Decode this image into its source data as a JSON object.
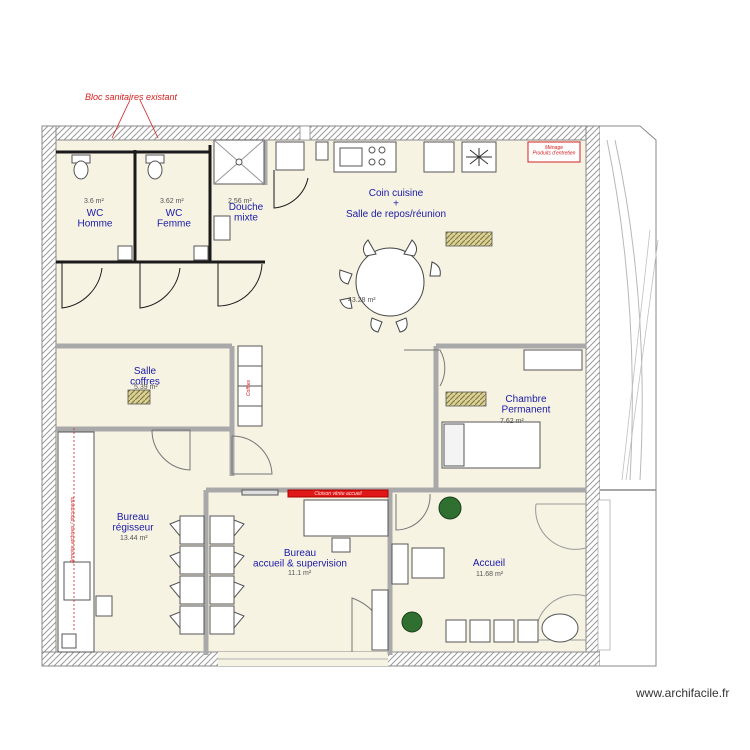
{
  "annotation": "Bloc sanitaires existant",
  "watermark": "www.archifacile.fr",
  "rooms": {
    "wc_homme": {
      "name": "WC\nHomme",
      "area": "3.6 m²"
    },
    "wc_femme": {
      "name": "WC\nFemme",
      "area": "3.62 m²"
    },
    "douche": {
      "name": "Douche\nmixte",
      "area": "2.56 m²"
    },
    "cuisine": {
      "name": "Coin cuisine\n+\nSalle de repos/réunion",
      "area": "43.28 m²"
    },
    "coffres": {
      "name": "Salle\ncoffres",
      "area": "5.39 m²"
    },
    "chambre": {
      "name": "Chambre\nPermanent",
      "area": "7.62 m²"
    },
    "regisseur": {
      "name": "Bureau\nrégisseur",
      "area": "13.44 m²"
    },
    "accueil_supervision": {
      "name": "Bureau\naccueil & supervision",
      "area": "11.1 m²"
    },
    "accueil": {
      "name": "Accueil",
      "area": "11.68 m²"
    }
  },
  "labels": {
    "menage": "Ménage\nProduits d'entretien",
    "coffres_red": "Coffres",
    "supervision_red": "Cloison vitrée accueil",
    "archives_red": "Armoire archives / documents"
  },
  "colors": {
    "room_fill": "#f6f3e3",
    "wall": "#a9a9a9",
    "room_text": "#1a1aa6",
    "annotation": "#d42020"
  }
}
